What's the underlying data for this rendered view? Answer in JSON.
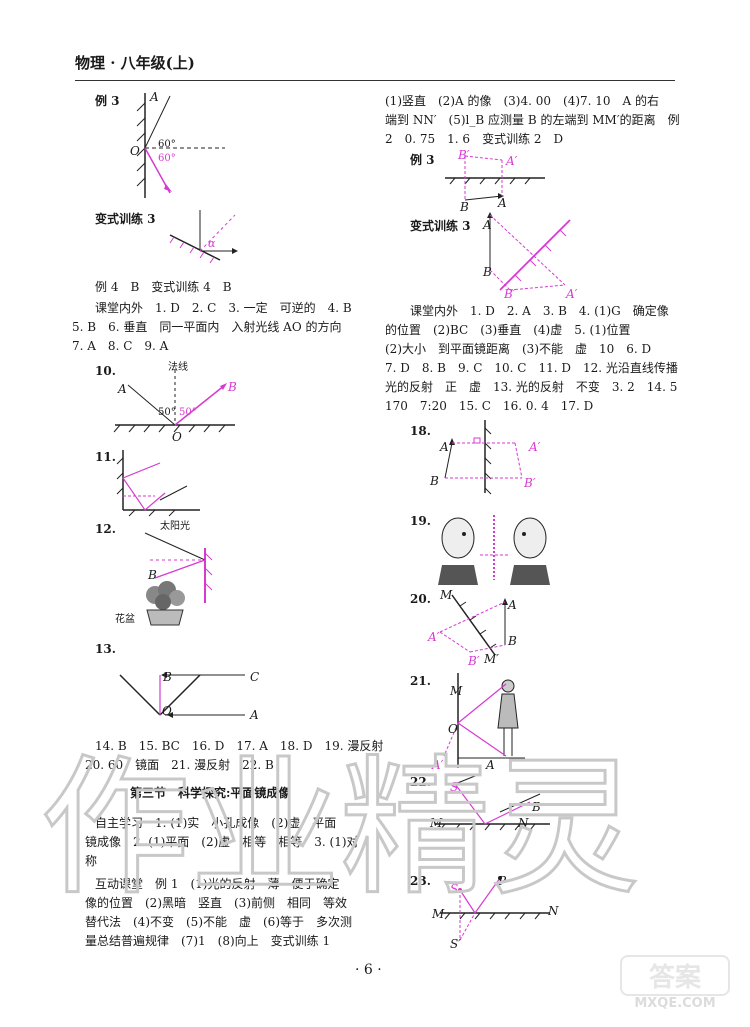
{
  "header": {
    "title": "物理 · 八年级(上)"
  },
  "page_number": "· 6 ·",
  "left": {
    "ex3_label": "例 3",
    "ex3_angle1": "60°",
    "ex3_angle2": "60°",
    "ex3_A": "A",
    "ex3_O": "O",
    "var3_label": "变式训练 3",
    "alpha": "α",
    "ex4_line": "例 4　B　变式训练 4　B",
    "kt_line1": "课堂内外　1. D　2. C　3. 一定　可逆的　4. B",
    "kt_line2": "5. B　6. 垂直　同一平面内　入射光线 AO 的方向",
    "kt_line3": "7. A　8. C　9. A",
    "q10": "10.",
    "q10_normal": "法线",
    "q10_A": "A",
    "q10_B": "B",
    "q10_a1": "50°",
    "q10_a2": "50°",
    "q10_O": "O",
    "q11": "11.",
    "q12": "12.",
    "q12_sun": "太阳光",
    "q12_B": "B",
    "q12_pot": "花盆",
    "q13": "13.",
    "q13_B": "B",
    "q13_C": "C",
    "q13_O": "O",
    "q13_A": "A",
    "ans_line1": "14. B　15. BC　16. D　17. A　18. D　19. 漫反射",
    "ans_line2": "20. 60　镜面　21. 漫反射　22. B",
    "section_title": "第三节　科学探究:平面镜成像",
    "zz_line1": "自主学习　1. (1)实　小孔成像　(2)虚　平面",
    "zz_line2": "镜成像　2. (1)平面　(2)虚　相等　相等　3. (1)对",
    "zz_line3": "称",
    "hd_line1": "互动课堂　例 1　(1)光的反射　薄　便于确定",
    "hd_line2": "像的位置　(2)黑暗　竖直　(3)前侧　相同　等效",
    "hd_line3": "替代法　(4)不变　(5)不能　虚　(6)等于　多次测",
    "hd_line4": "量总结普遍规律　(7)1　(8)向上　变式训练 1"
  },
  "right": {
    "line1": "(1)竖直　(2)A 的像　(3)4. 00　(4)7. 10　A 的右",
    "line2": "端到 NN′　(5)l_B 应测量 B 的左端到 MM′的距离　例",
    "line3": "2　0. 75　1. 6　变式训练 2　D",
    "ex3_label": "例 3",
    "ex3_Bp": "B′",
    "ex3_Ap": "A′",
    "ex3_B": "B",
    "ex3_A": "A",
    "var3_label": "变式训练 3",
    "v3_A": "A",
    "v3_B": "B",
    "v3_Bp": "B′",
    "v3_Ap": "A′",
    "kt_line1": "课堂内外　1. D　2. A　3. B　4. (1)G　确定像",
    "kt_line2": "的位置　(2)BC　(3)垂直　(4)虚　5. (1)位置",
    "kt_line3": "(2)大小　到平面镜距离　(3)不能　虚　10　6. D",
    "kt_line4": "7. D　8. B　9. C　10. C　11. D　12. 光沿直线传播",
    "kt_line5": "光的反射　正　虚　13. 光的反射　不变　3. 2　14. 5",
    "kt_line6": "170　7:20　15. C　16. 0. 4　17. D",
    "q18": "18.",
    "q18_A": "A",
    "q18_B": "B",
    "q18_Ap": "A′",
    "q18_Bp": "B′",
    "q19": "19.",
    "q20": "20.",
    "q20_M": "M",
    "q20_A": "A",
    "q20_Ap": "A′",
    "q20_B": "B",
    "q20_Bp": "B′",
    "q20_Mp": "M′",
    "q21": "21.",
    "q21_M": "M",
    "q21_O": "O",
    "q21_A": "A",
    "q21_Ap": "A′",
    "q22": "22.",
    "q22_S": "S",
    "q22_B": "B",
    "q22_M": "M",
    "q22_N": "N",
    "q23": "23.",
    "q23_S": "S",
    "q23_P": "P",
    "q23_M": "M",
    "q23_N": "N",
    "q23_Sp": "S′"
  },
  "watermark": {
    "text": "作业精灵",
    "logo": "MXQE.COM"
  },
  "colors": {
    "accent": "#d63ad1",
    "ink": "#1a1a1a"
  }
}
